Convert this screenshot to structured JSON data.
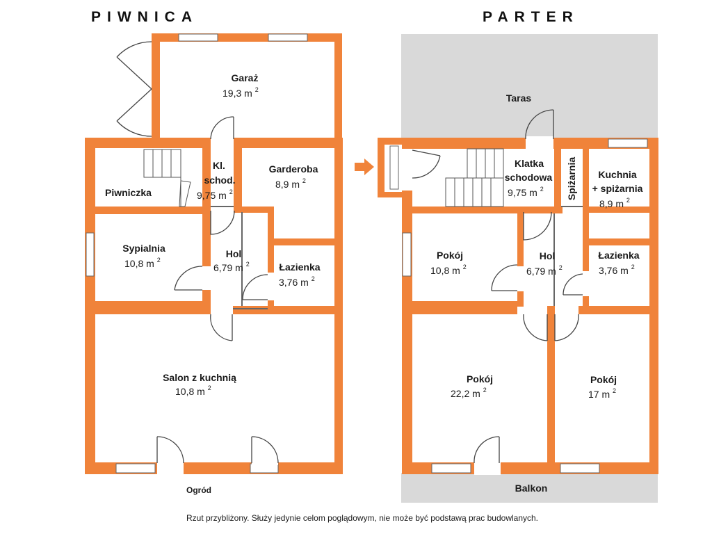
{
  "headers": {
    "left": "PIWNICA",
    "right": "PARTER"
  },
  "colors": {
    "wall": "#F0833A",
    "terrace": "#D9D9D9",
    "line": "#555555",
    "window": "#FFFFFF"
  },
  "units": {
    "area_unit": "m",
    "area_exp": "2"
  },
  "basement": {
    "garage": {
      "name": "Garaż",
      "area": "19,3"
    },
    "stairs": {
      "name1": "Kl.",
      "name2": "schod.",
      "area": "9,75"
    },
    "wardrobe": {
      "name": "Garderoba",
      "area": "8,9"
    },
    "cellar": {
      "name": "Piwniczka"
    },
    "bedroom": {
      "name": "Sypialnia",
      "area": "10,8"
    },
    "hall": {
      "name": "Hol",
      "area": "6,79"
    },
    "bathroom": {
      "name": "Łazienka",
      "area": "3,76"
    },
    "living": {
      "name": "Salon z kuchnią",
      "area": "10,8"
    },
    "garden": "Ogród"
  },
  "ground": {
    "terrace": "Taras",
    "stairs": {
      "name1": "Klatka",
      "name2": "schodowa",
      "area": "9,75"
    },
    "pantry": {
      "name": "Spiżarnia"
    },
    "kitchen": {
      "name1": "Kuchnia",
      "name2": "+ spiżarnia",
      "area": "8,9"
    },
    "room_a": {
      "name": "Pokój",
      "area": "10,8"
    },
    "hall": {
      "name": "Hol",
      "area": "6,79"
    },
    "bathroom": {
      "name": "Łazienka",
      "area": "3,76"
    },
    "room_b": {
      "name": "Pokój",
      "area": "22,2"
    },
    "room_c": {
      "name": "Pokój",
      "area": "17"
    },
    "balcony": "Balkon"
  },
  "disclaimer": "Rzut przybliżony. Służy jedynie celom poglądowym, nie może być podstawą prac budowlanych."
}
